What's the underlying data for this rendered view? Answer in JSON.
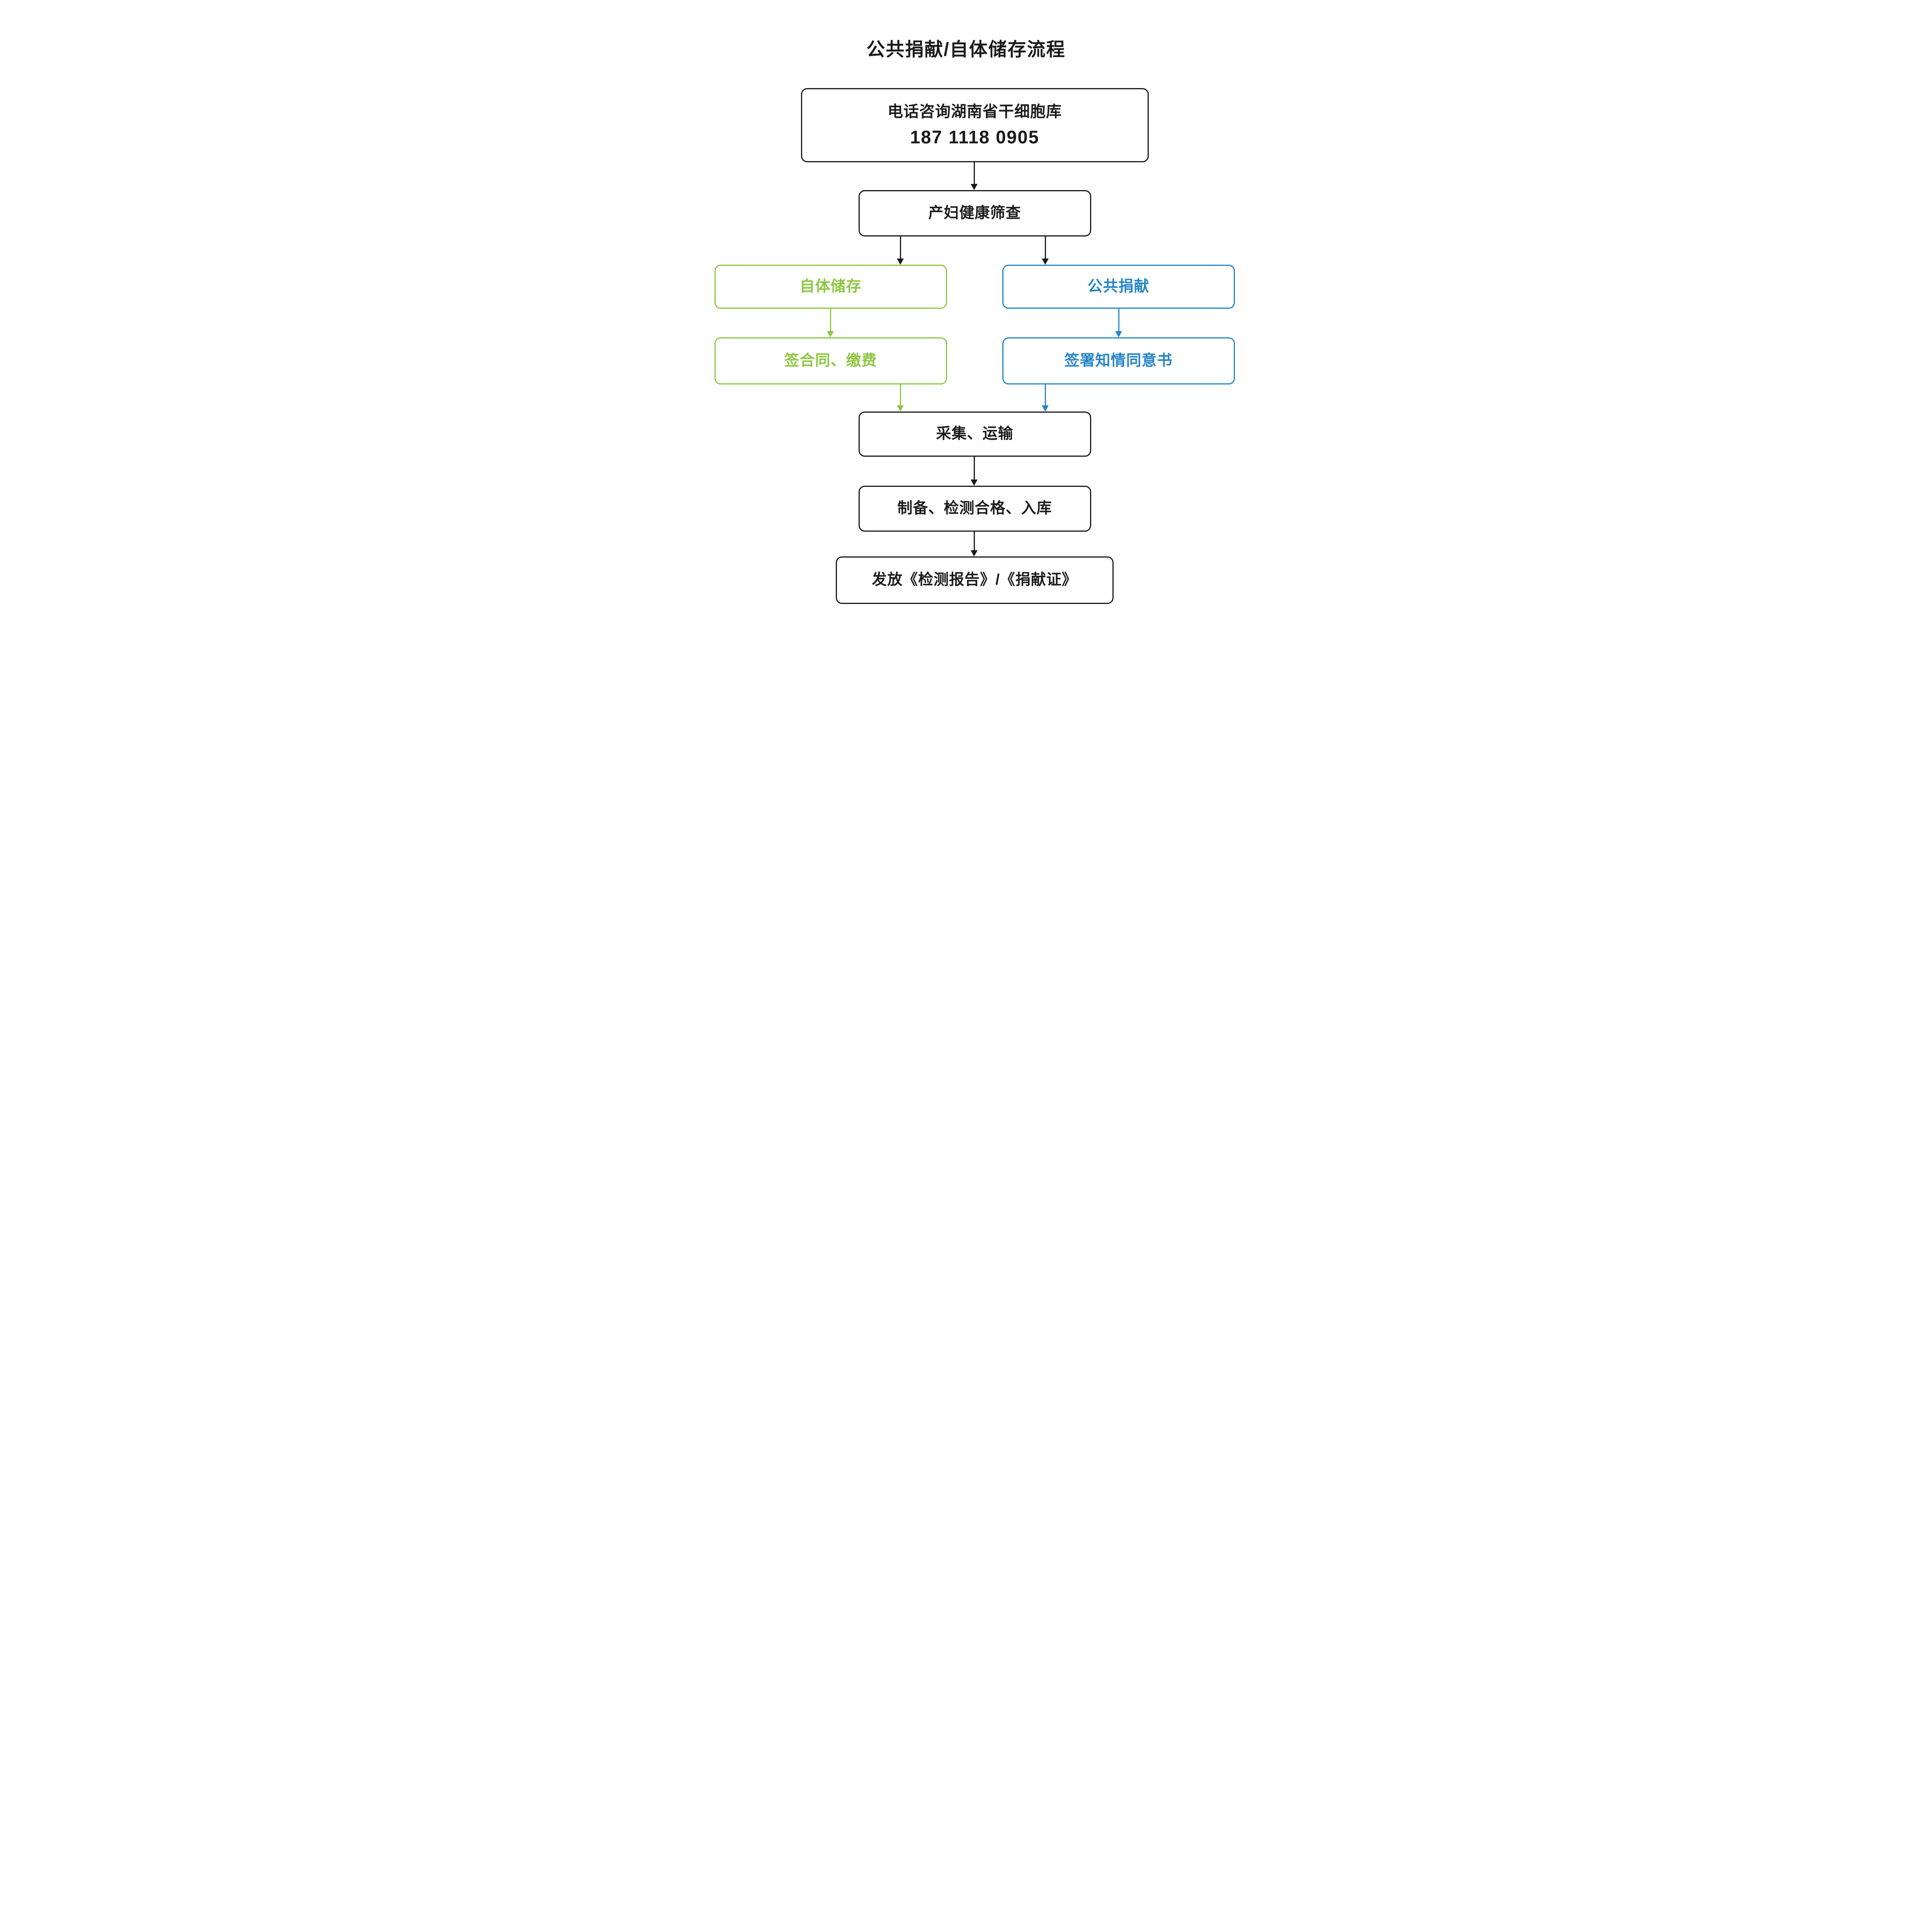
{
  "title": "公共捐献/自体储存流程",
  "nodes": {
    "consult": {
      "line1": "电话咨询湖南省干细胞库",
      "line2": "187 1118 0905"
    },
    "screening": {
      "label": "产妇健康筛查"
    },
    "self_storage": {
      "label": "自体储存"
    },
    "public_donation": {
      "label": "公共捐献"
    },
    "sign_contract_pay": {
      "label": "签合同、缴费"
    },
    "informed_consent": {
      "label": "签署知情同意书"
    },
    "collect_transport": {
      "label": "采集、运输"
    },
    "prepare_test_store": {
      "label": "制备、检测合格、入库"
    },
    "issue_certificates": {
      "label": "发放《检测报告》/《捐献证》"
    }
  },
  "edges": [
    {
      "from": "consult",
      "to": "screening",
      "color": "black"
    },
    {
      "from": "screening",
      "to": "self_storage",
      "color": "black"
    },
    {
      "from": "screening",
      "to": "public_donation",
      "color": "black"
    },
    {
      "from": "self_storage",
      "to": "sign_contract_pay",
      "color": "green"
    },
    {
      "from": "public_donation",
      "to": "informed_consent",
      "color": "blue"
    },
    {
      "from": "sign_contract_pay",
      "to": "collect_transport",
      "color": "green"
    },
    {
      "from": "informed_consent",
      "to": "collect_transport",
      "color": "blue"
    },
    {
      "from": "collect_transport",
      "to": "prepare_test_store",
      "color": "black"
    },
    {
      "from": "prepare_test_store",
      "to": "issue_certificates",
      "color": "black"
    }
  ],
  "colors": {
    "ink": "#1a1a1a",
    "green": "#8cc63f",
    "blue": "#2384c6"
  }
}
